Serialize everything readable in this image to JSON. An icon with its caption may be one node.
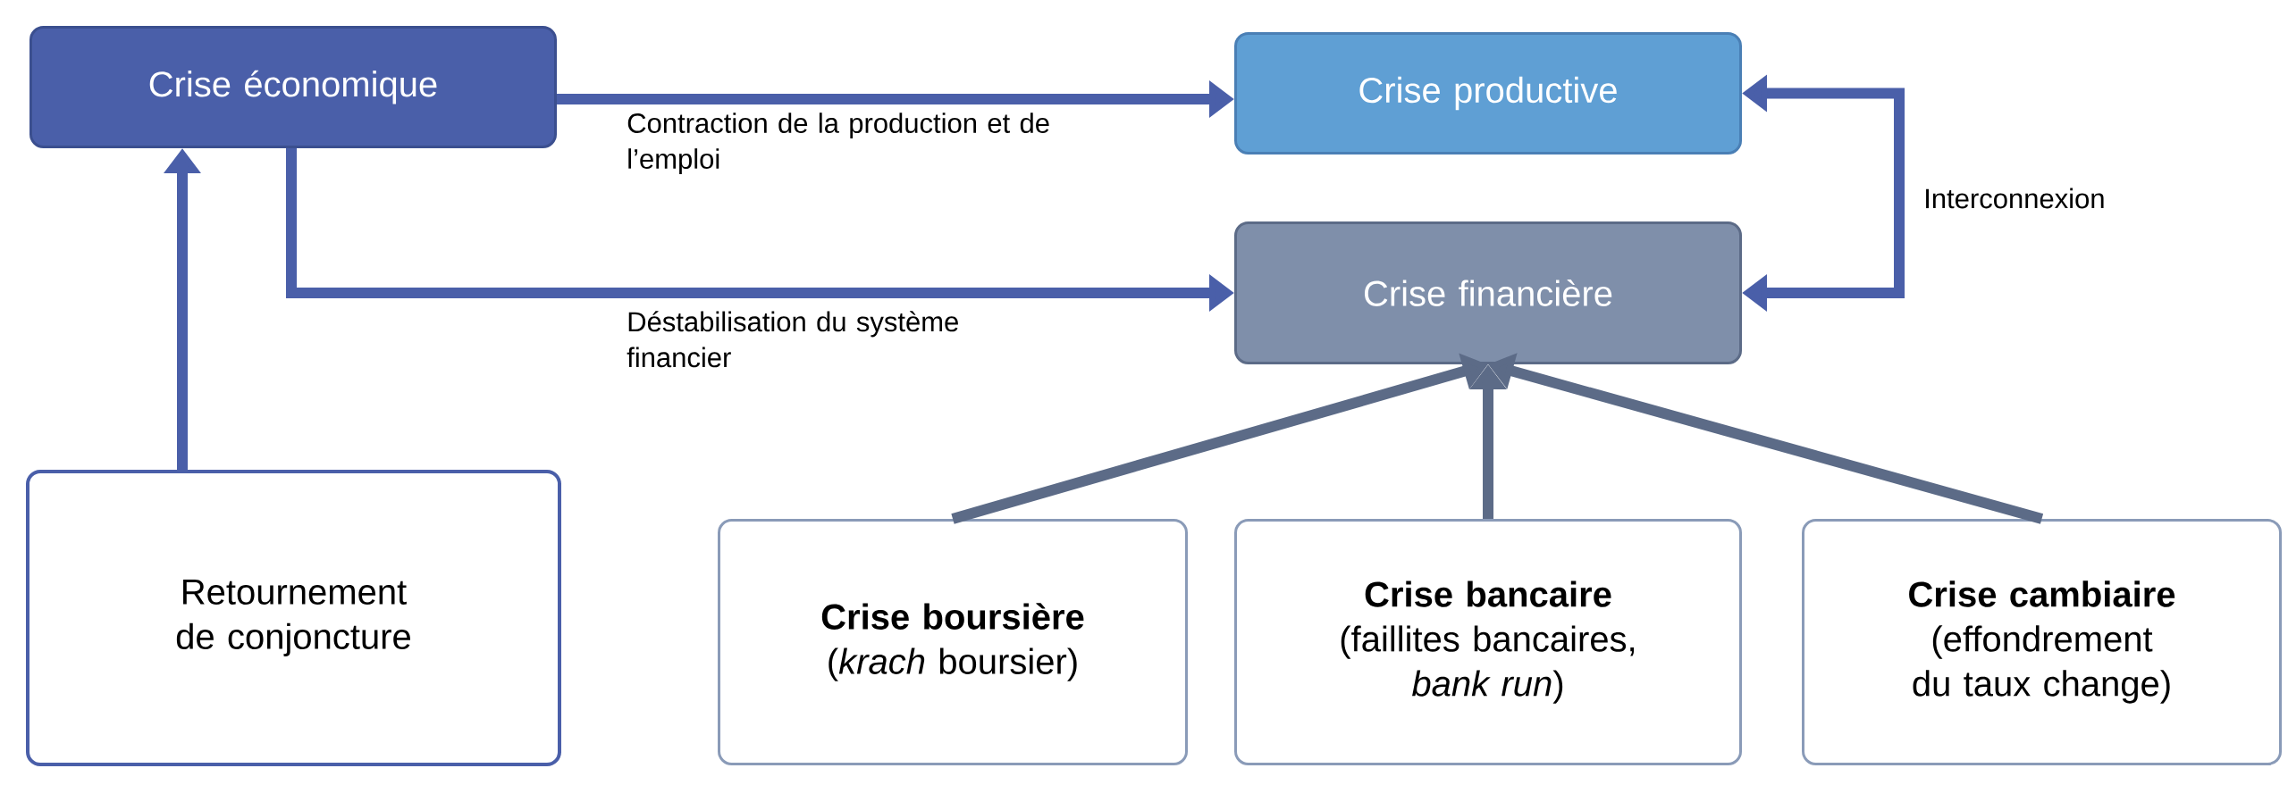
{
  "diagram": {
    "nodes": [
      {
        "text": [
          "Crise économique"
        ]
      },
      {
        "text": [
          "Crise productive"
        ]
      },
      {
        "text": [
          "Crise financière"
        ]
      },
      {
        "text": [
          "Retournement de conjoncture"
        ]
      },
      {
        "text": [
          "Crise boursière",
          "(*krach* boursier)"
        ]
      },
      {
        "text": [
          "Crise bancaire",
          "(faillites bancaires, *bank run*)"
        ]
      },
      {
        "text": [
          "Crise cambiaire",
          "(effondrement du taux change)"
        ]
      }
    ],
    "edges": [
      {
        "from": 3,
        "to": 0,
        "arrow": "to"
      },
      {
        "from": 0,
        "to": 1,
        "arrow": "to",
        "label": "Contraction de la production et de l’emploi"
      },
      {
        "from": 0,
        "to": 2,
        "arrow": "to",
        "label": "Déstabilisation du système financier"
      },
      {
        "from": 1,
        "to": 2,
        "arrow": "both",
        "label": "Interconnexion"
      },
      {
        "from": 4,
        "to": 2,
        "arrow": "to",
        "color": "#5c6b87"
      },
      {
        "from": 5,
        "to": 2,
        "arrow": "to",
        "color": "#5c6b87"
      },
      {
        "from": 6,
        "to": 2,
        "arrow": "to",
        "color": "#5c6b87"
      }
    ]
  }
}
